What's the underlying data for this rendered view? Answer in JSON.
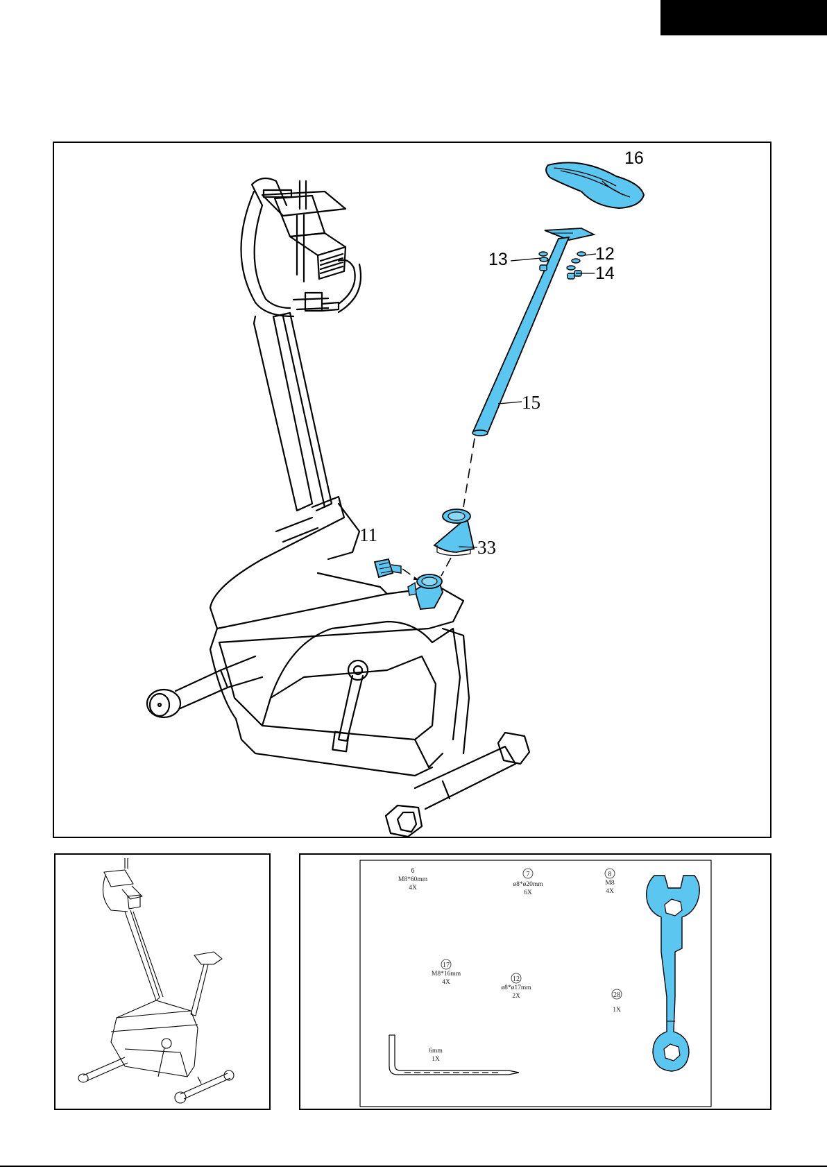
{
  "colors": {
    "part_highlight": "#5bc6ef",
    "line": "#000000",
    "background": "#ffffff"
  },
  "main_callouts": {
    "c16": "16",
    "c13": "13",
    "c12": "12",
    "c14": "14",
    "c15": "15",
    "c11": "11",
    "c33": "33"
  },
  "hardware": {
    "items": [
      {
        "number": "6",
        "size": "M8*60mm",
        "qty": "4X"
      },
      {
        "number": "7",
        "size": "ø8*ø20mm",
        "qty": "6X"
      },
      {
        "number": "8",
        "size": "M8",
        "qty": "4X"
      },
      {
        "number": "17",
        "size": "M8*16mm",
        "qty": "4X"
      },
      {
        "number": "12",
        "size": "ø8*ø17mm",
        "qty": "2X"
      },
      {
        "number": "28",
        "size": "",
        "qty": "1X"
      },
      {
        "number": "",
        "size": "6mm",
        "qty": "1X"
      }
    ]
  },
  "icons": [
    "exercise-bike-drawing",
    "seat-icon",
    "seat-post-icon",
    "knob-icon",
    "bushing-icon",
    "allen-key-icon",
    "wrench-icon"
  ]
}
